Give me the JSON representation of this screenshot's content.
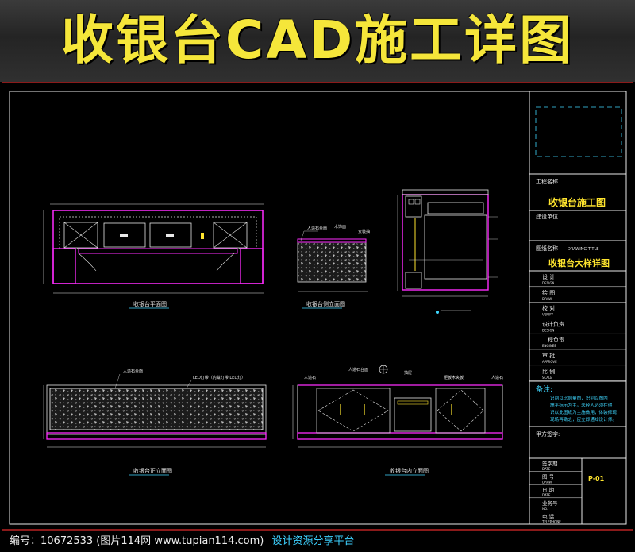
{
  "banner": {
    "title": "收银台CAD施工详图"
  },
  "title_block": {
    "project_name_label": "工程名称",
    "project_name": "收银台施工图",
    "builder_label": "建设单位",
    "drawing_name_label": "图纸名称",
    "drawing_name_en": "DRAWING TITLE",
    "drawing_name": "收银台大样详图",
    "rows": [
      {
        "cn": "设 计",
        "en": "DESIGN"
      },
      {
        "cn": "绘 图",
        "en": "DRAW"
      },
      {
        "cn": "校 对",
        "en": "VERIFY"
      },
      {
        "cn": "设计负责",
        "en": "DESIGN"
      },
      {
        "cn": "工程负责",
        "en": "ENGINEE"
      },
      {
        "cn": "审 批",
        "en": "APPROVE"
      },
      {
        "cn": "比 例",
        "en": "SCALE"
      }
    ],
    "notes_label": "备注:",
    "notes_text": [
      "识别以比例量图，识别以图内",
      "施平标示为主。未经人必须在得",
      "识以此图纸为主施做用，体装修现",
      "现场再勘之，应立即通知设计师。"
    ],
    "party_a_label": "甲方签字:",
    "bottom_rows": [
      {
        "cn": "签字期",
        "en": "DATE"
      },
      {
        "cn": "图 号",
        "en": "DRAW"
      },
      {
        "cn": "日 期",
        "en": "DATE"
      },
      {
        "cn": "业务号",
        "en": "NO."
      },
      {
        "cn": "电 话",
        "en": "TELEPHONE"
      }
    ],
    "sheet_no": "P-01"
  },
  "views": {
    "plan_caption": "收银台平面图",
    "side_caption": "收银台侧立面图",
    "front_caption": "收银台正立面图",
    "inner_caption": "收银台内立面图"
  },
  "annotations": {
    "side_stone": "人造石台面",
    "side_wood": "木饰面",
    "side_drawer": "安装抽",
    "front_stone": "人造石台面",
    "front_led": "LED灯带（内藏灯带 LED灯）",
    "inner_a": "人造石",
    "inner_b": "人造石台面",
    "inner_c": "抽屉",
    "inner_d": "柜板木夹板",
    "inner_e": "人造石"
  },
  "footer": {
    "id_text": "编号：10672533 (图片114网 www.tupian114.com)",
    "link_text": "设计资源分享平台"
  },
  "colors": {
    "banner_text": "#f5e63a",
    "cad_magenta": "#ff2cff",
    "cad_white": "#e8e8e8",
    "cad_cyan": "#3fd7ff",
    "cad_yellow": "#ffe52e",
    "frame_red": "#8b1a1a"
  }
}
